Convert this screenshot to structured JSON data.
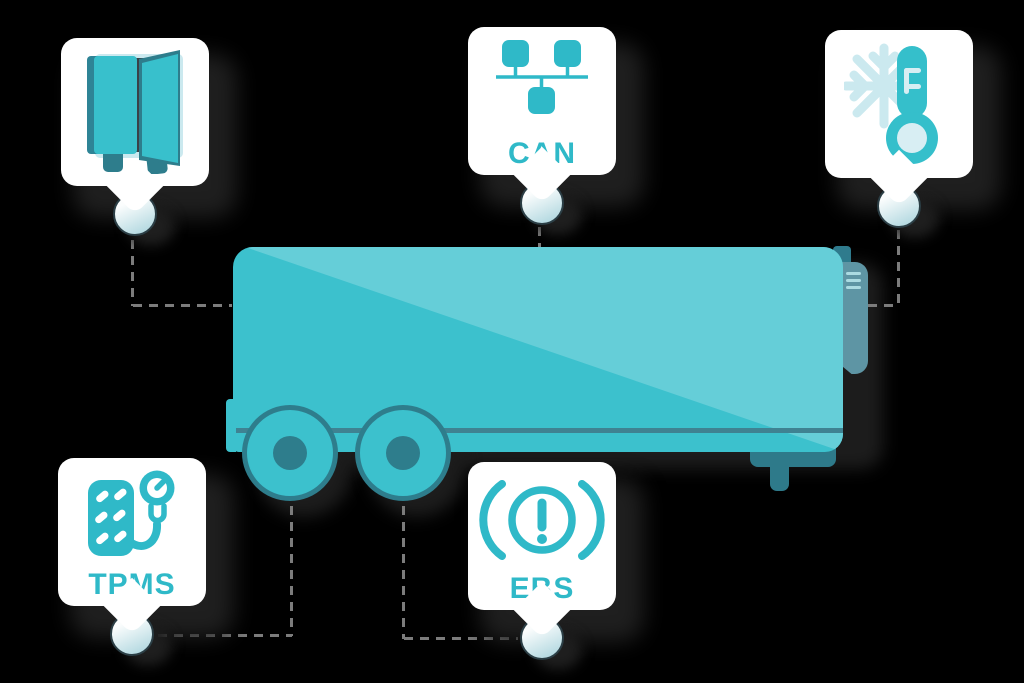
{
  "background": "#000000",
  "palette": {
    "trailer_teal": "#3cc1cd",
    "trailer_teal_light": "#65ced8",
    "dark_teal": "#2e7d8c",
    "icon_text_teal": "#2fb9c8",
    "pale_blue": "#cbe9ef",
    "rear_unit_gray": "#5e95a4",
    "dash_gray": "#7c7c7c",
    "bubble_white": "#ffffff",
    "shadow": "#1f1f1f"
  },
  "bubbles": [
    {
      "id": "doors",
      "label": "",
      "icon": "trailer-doors-icon"
    },
    {
      "id": "can",
      "label": "CAN",
      "icon": "can-bus-network-icon"
    },
    {
      "id": "temperature",
      "label": "",
      "icon": "thermometer-snowflake-icon"
    },
    {
      "id": "tpms",
      "label": "TPMS",
      "icon": "tire-pressure-gauge-icon"
    },
    {
      "id": "ebs",
      "label": "EBS",
      "icon": "brake-warning-icon"
    }
  ]
}
